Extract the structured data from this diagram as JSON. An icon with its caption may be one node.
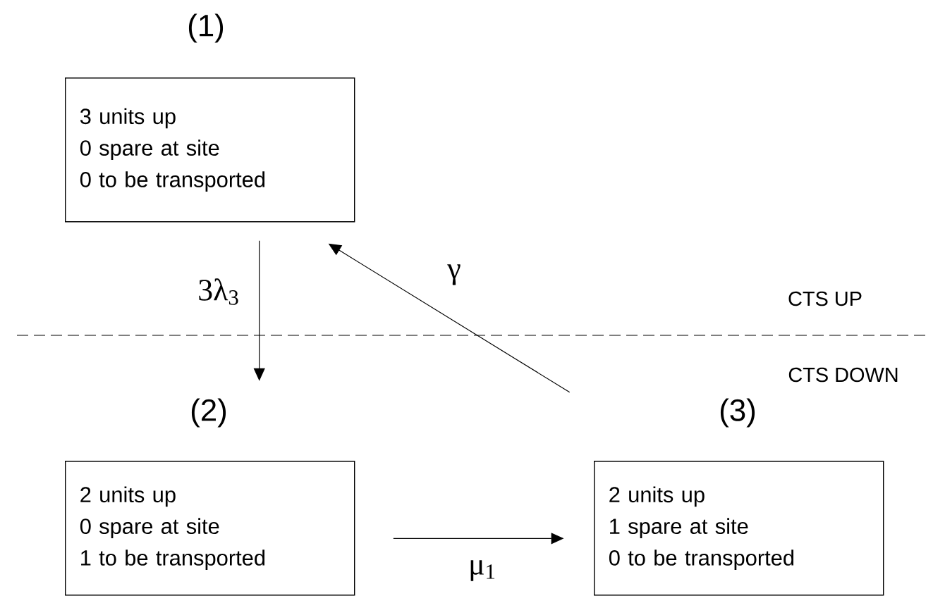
{
  "diagram": {
    "nodes": [
      {
        "text": [
          "(1)",
          "3 units up",
          "0 spare at site",
          "0 to be transported"
        ]
      },
      {
        "text": [
          "(2)",
          "2 units up",
          "0 spare at site",
          "1 to be transported"
        ]
      },
      {
        "text": [
          "(3)",
          "2 units up",
          "1 spare at site",
          "0 to be transported"
        ]
      }
    ],
    "edges": [
      {
        "from": 0,
        "to": 1,
        "arrow": "to",
        "label": "3λ$_{3}$"
      },
      {
        "from": 1,
        "to": 2,
        "arrow": "to",
        "label": "μ$_{1}$"
      },
      {
        "from": 2,
        "to": 0,
        "arrow": "to",
        "label": "γ"
      }
    ],
    "labels": [
      "CTS UP",
      "CTS DOWN"
    ]
  }
}
